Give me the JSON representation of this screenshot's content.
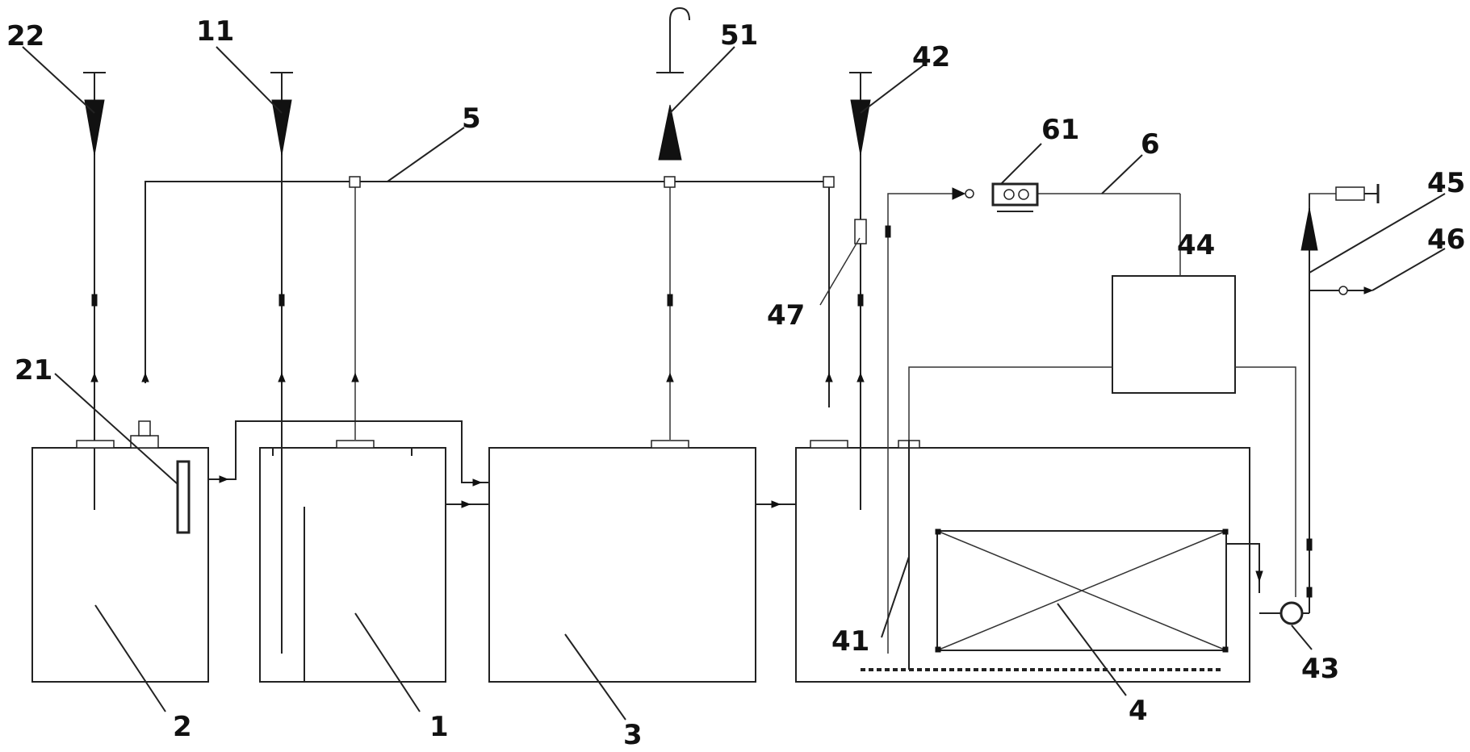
{
  "labels": {
    "l22": "22",
    "l11": "11",
    "l51": "51",
    "l42": "42",
    "l5": "5",
    "l61": "61",
    "l6": "6",
    "l45": "45",
    "l44": "44",
    "l46": "46",
    "l47": "47",
    "l21": "21",
    "l41": "41",
    "l43": "43",
    "l2": "2",
    "l1": "1",
    "l3": "3",
    "l4": "4"
  }
}
